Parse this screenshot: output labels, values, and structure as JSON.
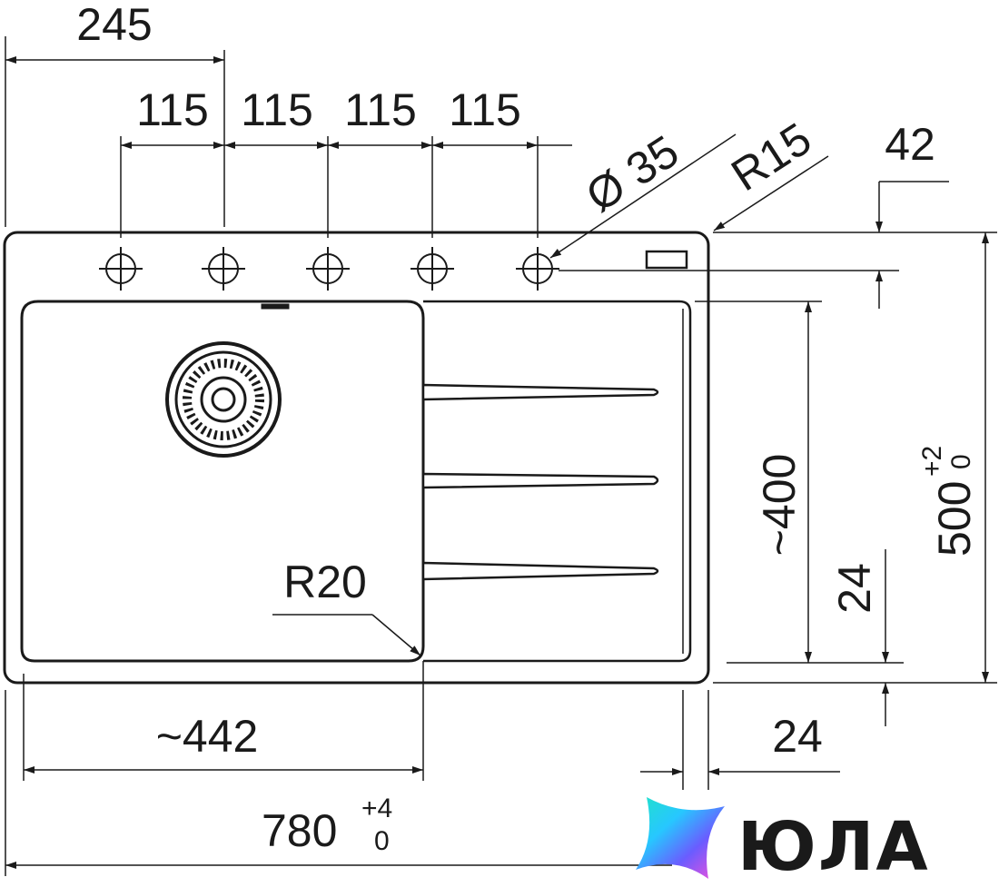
{
  "dimensions": {
    "top_offset": "245",
    "hole_spacing": [
      "115",
      "115",
      "115",
      "115"
    ],
    "hole_diameter": "Ø 35",
    "corner_radius_outer": "R15",
    "hole_row_offset": "42",
    "bowl_height": "~400",
    "overall_depth": "500",
    "overall_depth_tol_upper": "+2",
    "overall_depth_tol_lower": "0",
    "right_frame_vertical": "24",
    "bowl_corner_radius": "R20",
    "bowl_width": "~442",
    "right_frame_horizontal": "24",
    "overall_width": "780",
    "overall_width_tol_upper": "+4",
    "overall_width_tol_lower": "0"
  },
  "logo": {
    "text": "ЮЛА",
    "colors": [
      "#ff4fd8",
      "#6a5cff",
      "#27c7ff",
      "#21e3c8"
    ]
  },
  "colors": {
    "stroke": "#1a1a1a",
    "background": "#ffffff"
  }
}
